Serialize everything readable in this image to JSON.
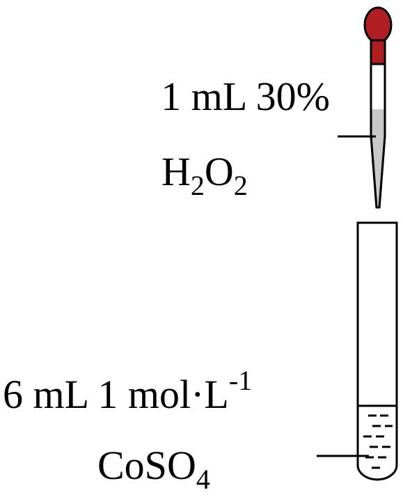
{
  "reagent": {
    "amount": "1 mL 30%",
    "formula": {
      "a": "H",
      "sub1": "2",
      "b": "O",
      "sub2": "2"
    }
  },
  "solution": {
    "amount": "6 mL 1 mol·L",
    "amount_sup": "-1",
    "formula": {
      "a": "CoSO",
      "sub": "4"
    }
  },
  "colors": {
    "bulb": "#b01e23",
    "reagent_liquid": "#c8c8c8",
    "outline": "#000000"
  }
}
